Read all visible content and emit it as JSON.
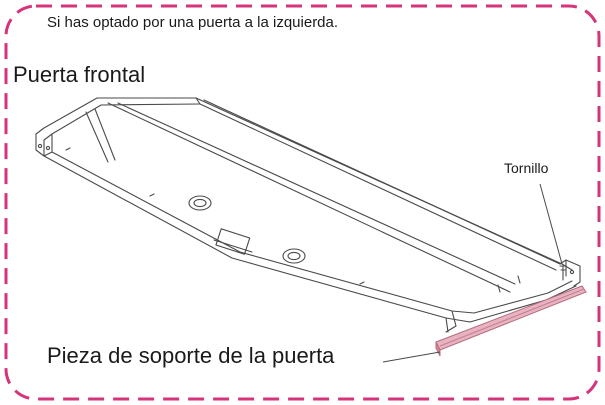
{
  "instruction": "Si has optado por una puerta a la izquierda.",
  "labels": {
    "front_door": "Puerta frontal",
    "screw": "Tornillo",
    "door_support": "Pieza de soporte de la puerta"
  },
  "colors": {
    "frame_dash": "#d6347a",
    "highlight_part": "#d9899c",
    "line_art": "#4a4a4a"
  }
}
